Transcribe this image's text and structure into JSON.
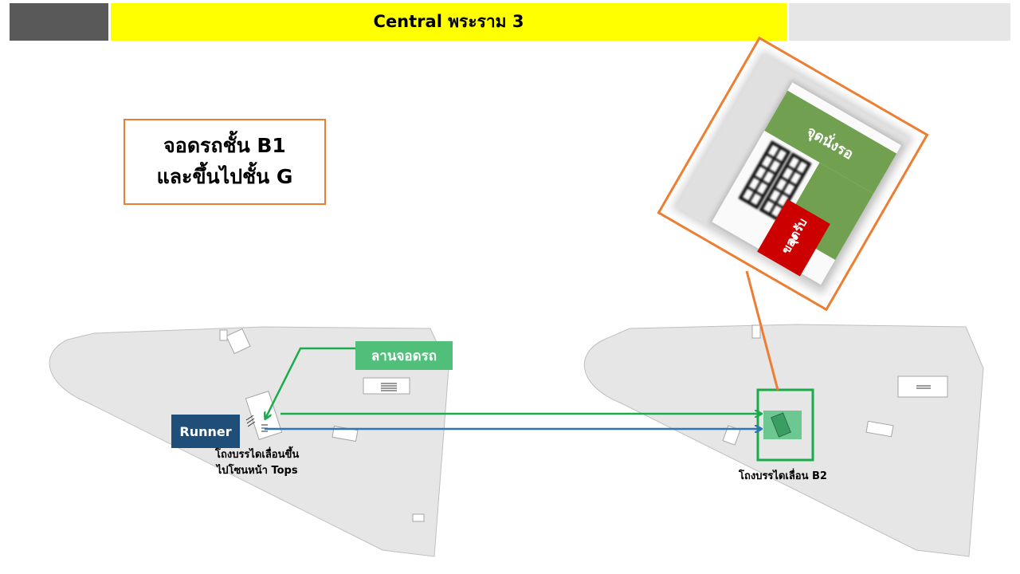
{
  "header": {
    "title": "Central พระราม 3"
  },
  "info": {
    "line1": "จอดรถชั้น B1",
    "line2": "และขึ้นไปชั้น G"
  },
  "inset": {
    "waiting_label": "จุดนั่งรอ",
    "pickup_line1": "จุดรับ",
    "pickup_line2": "ของ"
  },
  "map": {
    "parking_label": "ลานจอดรถ",
    "runner_label": "Runner",
    "escalator_b1_line1": "โถงบรรไดเลื่อนขึ้น",
    "escalator_b1_line2": "ไปโซนหน้า Tops",
    "escalator_b2_label": "โถงบรรไดเลื่อน B2"
  },
  "colors": {
    "header_yellow": "#ffff00",
    "header_gray_dark": "#595959",
    "header_gray_light": "#e7e6e6",
    "accent_orange": "#ed7d31",
    "route_green": "#1aab4b",
    "route_blue": "#2e75b6",
    "runner_navy": "#1f4e79",
    "waiting_green": "#70a050",
    "pickup_red": "#cc0000"
  }
}
